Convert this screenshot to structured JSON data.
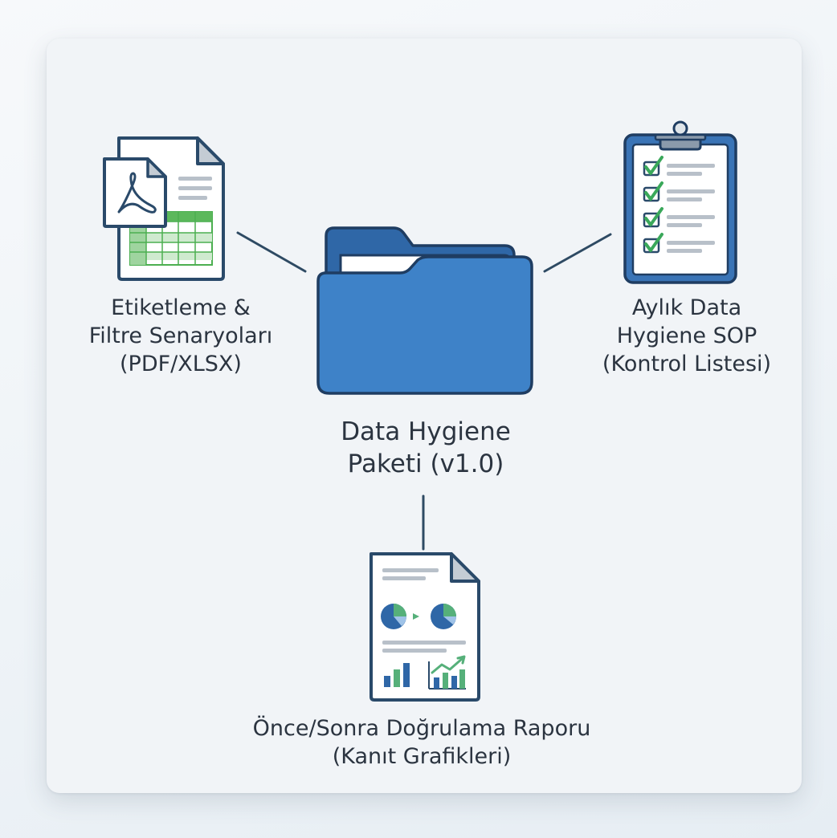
{
  "colors": {
    "folder_blue": "#3e82c8",
    "folder_dark": "#2b62a0",
    "outline_navy": "#2a4a6a",
    "sheet_green": "#4caf50",
    "check_green": "#3aa85a",
    "chart_green": "#56b07a",
    "clipboard_frame": "#3a74b6",
    "connector": "#2e4a63",
    "text": "#2b3440"
  },
  "icons": {
    "hub": "folder-icon",
    "left": "pdf-spreadsheet-document-icon",
    "right": "clipboard-checklist-icon",
    "bottom": "report-charts-document-icon"
  },
  "center_node": {
    "line1": "Data Hygiene",
    "line2": "Paketi (v1.0)"
  },
  "left_node": {
    "line1": "Etiketleme &",
    "line2": "Filtre Senaryoları",
    "line3": "(PDF/XLSX)"
  },
  "right_node": {
    "line1": "Aylık Data",
    "line2": "Hygiene SOP",
    "line3": "(Kontrol Listesi)"
  },
  "bottom_node": {
    "line1": "Önce/Sonra Doğrulama Raporu",
    "line2": "(Kanıt Grafikleri)"
  }
}
